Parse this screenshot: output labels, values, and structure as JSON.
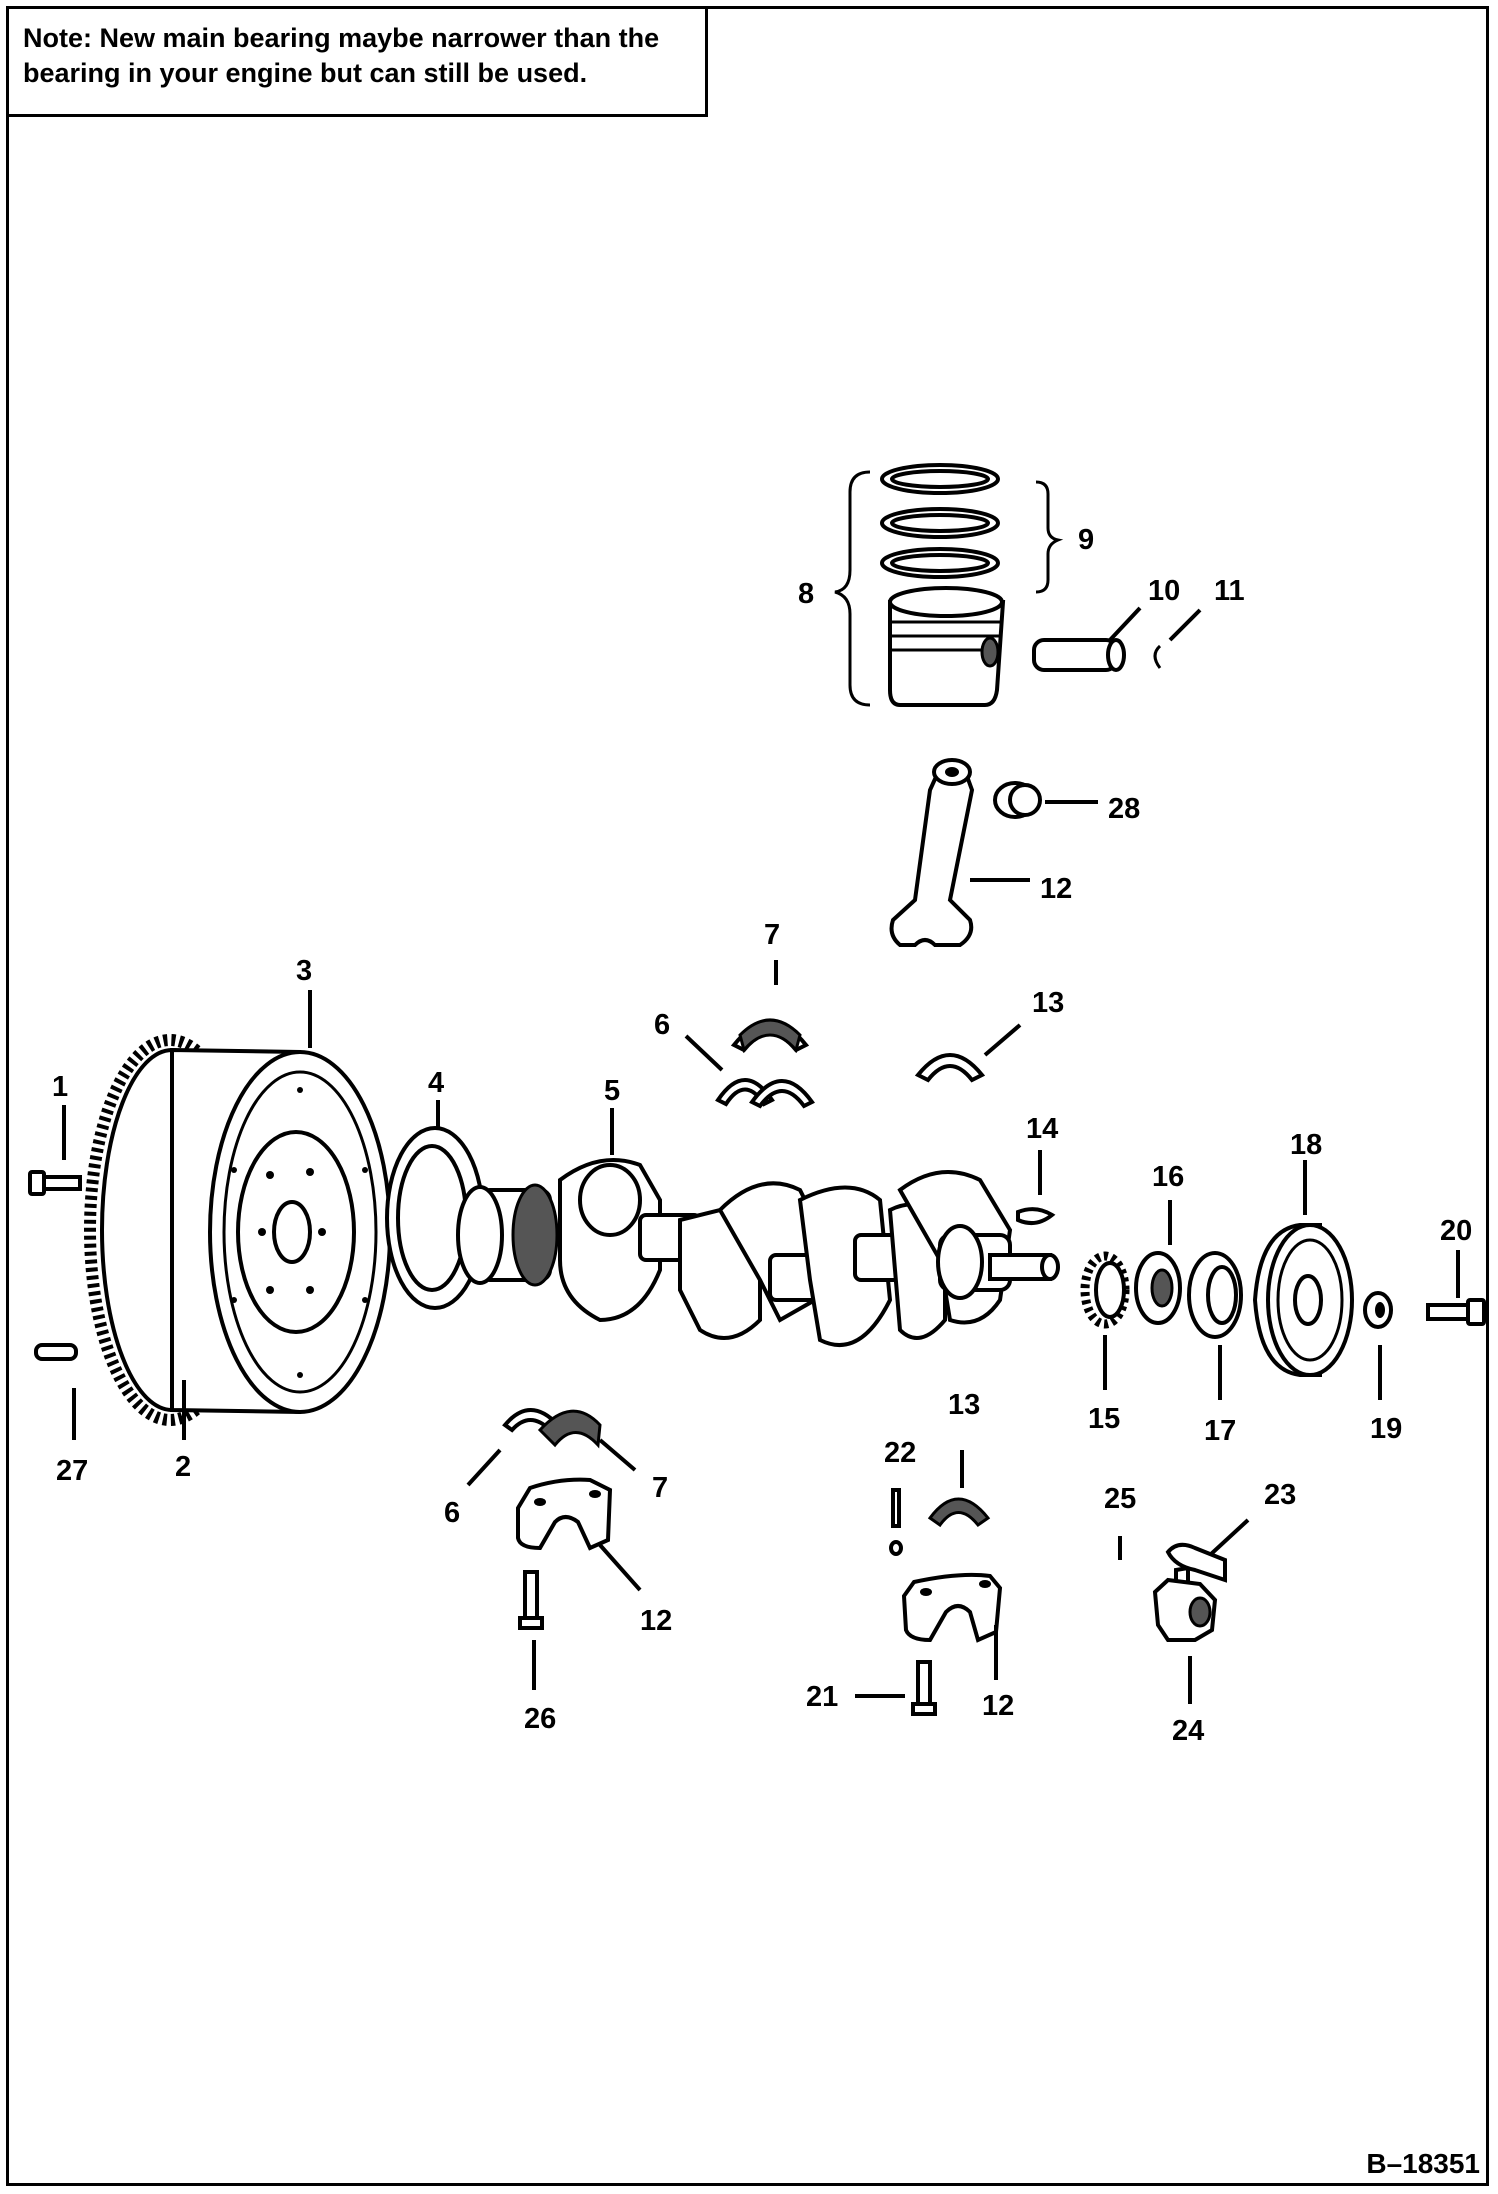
{
  "note": {
    "label": "Note:",
    "text_line1": "New main bearing maybe narrower than the",
    "text_line2": "bearing in your engine but can still be used."
  },
  "figure_id": "B–18351",
  "callouts": {
    "c1": "1",
    "c2": "2",
    "c3": "3",
    "c4": "4",
    "c5": "5",
    "c6a": "6",
    "c6b": "6",
    "c7a": "7",
    "c7b": "7",
    "c8": "8",
    "c9": "9",
    "c10": "10",
    "c11": "11",
    "c12a": "12",
    "c12b": "12",
    "c12c": "12",
    "c13a": "13",
    "c13b": "13",
    "c14": "14",
    "c15": "15",
    "c16": "16",
    "c17": "17",
    "c18": "18",
    "c19": "19",
    "c20": "20",
    "c21": "21",
    "c22": "22",
    "c23": "23",
    "c24": "24",
    "c25": "25",
    "c26": "26",
    "c27": "27",
    "c28": "28"
  }
}
